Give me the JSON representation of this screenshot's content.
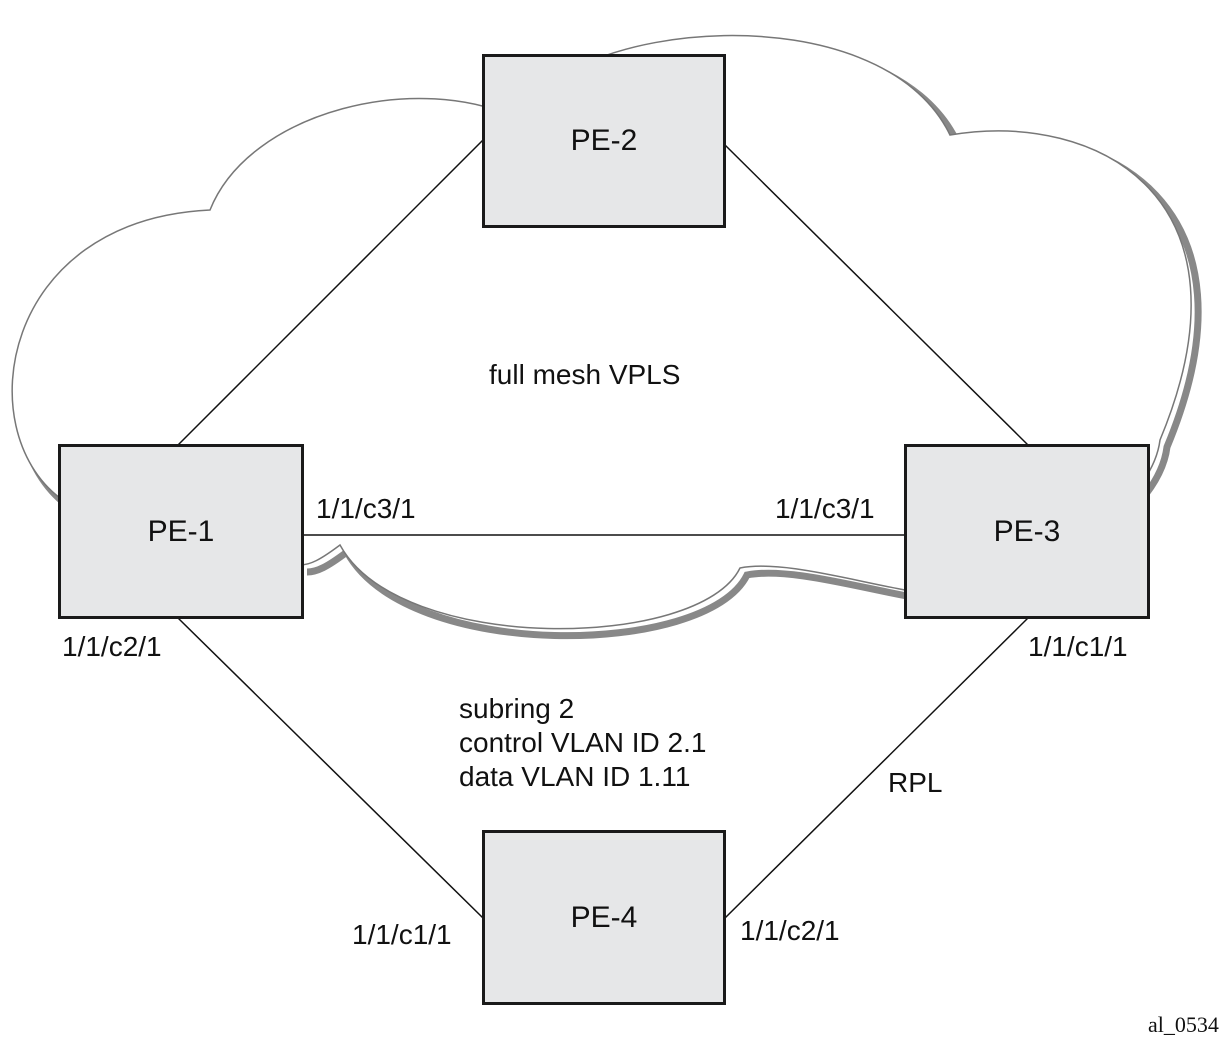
{
  "cloud_label": "full mesh VPLS",
  "nodes": {
    "pe1": "PE-1",
    "pe2": "PE-2",
    "pe3": "PE-3",
    "pe4": "PE-4"
  },
  "ports": {
    "pe1_right": "1/1/c3/1",
    "pe3_left": "1/1/c3/1",
    "pe1_bottom": "1/1/c2/1",
    "pe3_bottom": "1/1/c1/1",
    "pe4_left": "1/1/c1/1",
    "pe4_right": "1/1/c2/1"
  },
  "subring": {
    "line1": "subring 2",
    "line2": "control VLAN ID 2.1",
    "line3": "data VLAN ID 1.11"
  },
  "rpl_label": "RPL",
  "figure_id": "al_0534"
}
